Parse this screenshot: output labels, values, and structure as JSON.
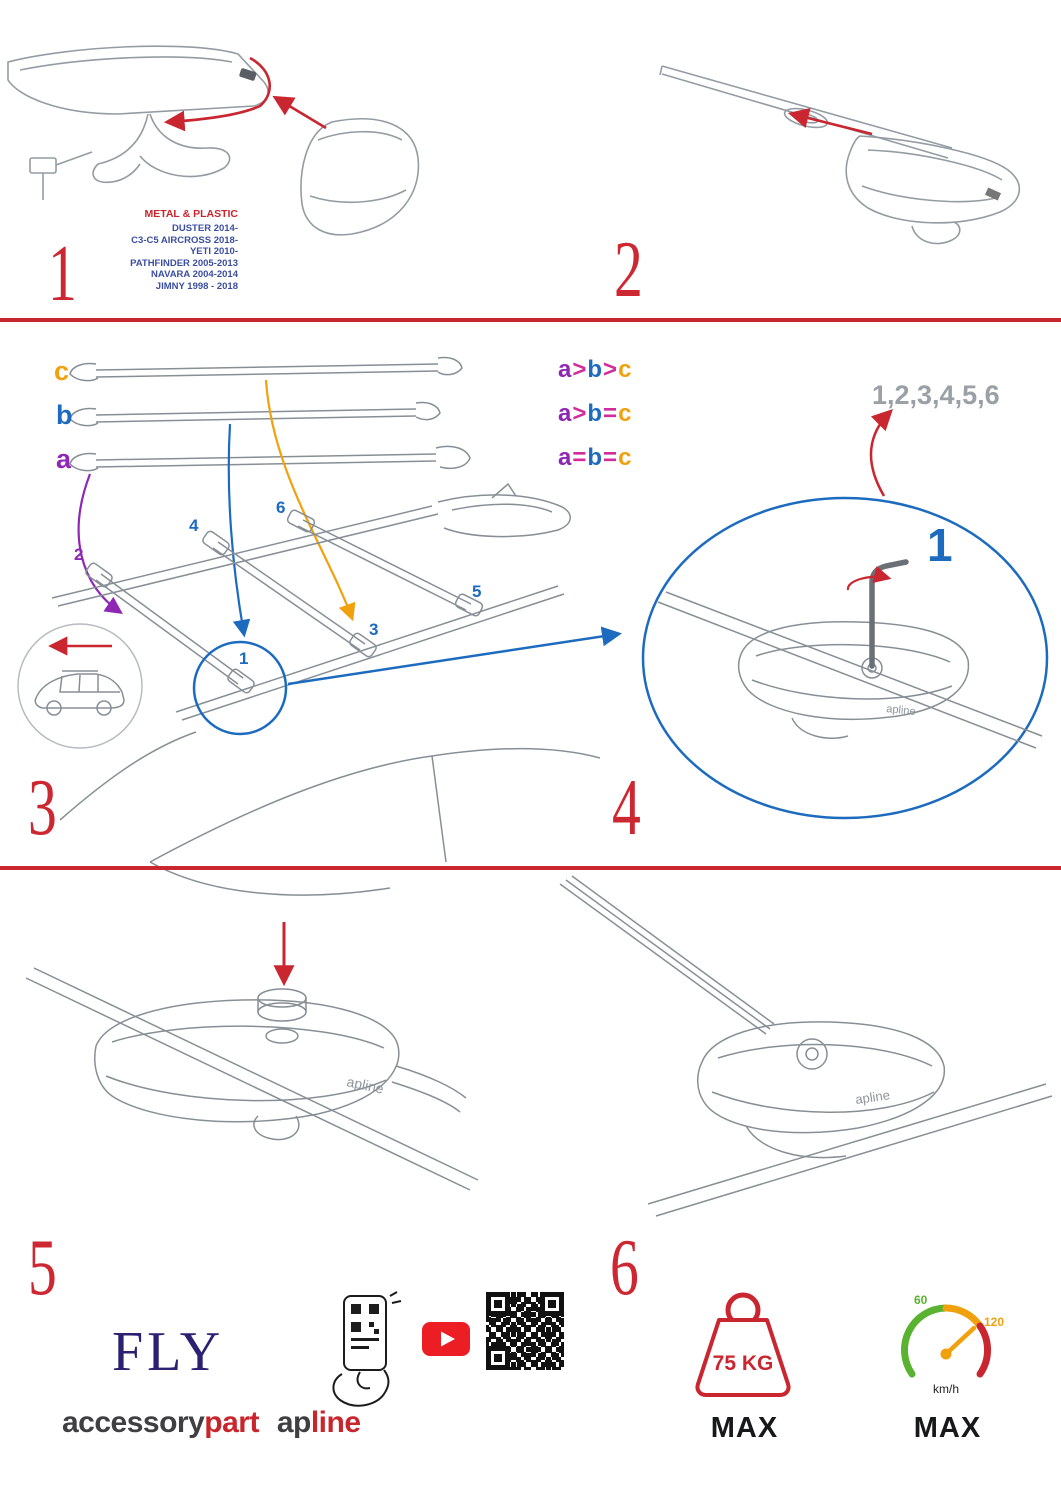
{
  "colors": {
    "accent_red": "#c92630",
    "blue": "#1d6bbf",
    "purple": "#8f27b5",
    "orange": "#f2a10e",
    "magenta": "#d12d9a",
    "navy": "#2b2172",
    "gray_sequence": "#9aa0a6",
    "models_blue": "#3b4ea0",
    "speed_green": "#59b331",
    "speed_orange": "#f2a10e"
  },
  "step1": {
    "number": "1",
    "material_label": "METAL & PLASTIC",
    "models": [
      "DUSTER 2014-",
      "C3-C5 AIRCROSS 2018-",
      "YETI 2010-",
      "PATHFINDER 2005-2013",
      "NAVARA 2004-2014",
      "JIMNY 1998 - 2018"
    ]
  },
  "step2": {
    "number": "2"
  },
  "step3": {
    "number": "3",
    "bar_a": "a",
    "bar_b": "b",
    "bar_c": "c",
    "legend": [
      {
        "a": "a",
        "op1": ">",
        "b": "b",
        "op2": ">",
        "c": "c"
      },
      {
        "a": "a",
        "op1": ">",
        "b": "b",
        "op2": "=",
        "c": "c"
      },
      {
        "a": "a",
        "op1": "=",
        "b": "b",
        "op2": "=",
        "c": "c"
      }
    ],
    "positions": {
      "p1": "1",
      "p2": "2",
      "p3": "3",
      "p4": "4",
      "p5": "5",
      "p6": "6"
    }
  },
  "step4": {
    "number": "4",
    "sequence": "1,2,3,4,5,6",
    "first": "1",
    "logo": "apline"
  },
  "step5": {
    "number": "5",
    "logo": "apline"
  },
  "step6": {
    "number": "6",
    "logo": "apline"
  },
  "footer": {
    "product_name": "FLY",
    "brand_accessory": "accessory",
    "brand_part": "part",
    "brand_ap": "ap",
    "brand_line": "line",
    "weight_value": "75 KG",
    "weight_max": "MAX",
    "speed_60": "60",
    "speed_120": "120",
    "speed_unit": "km/h",
    "speed_max": "MAX"
  }
}
